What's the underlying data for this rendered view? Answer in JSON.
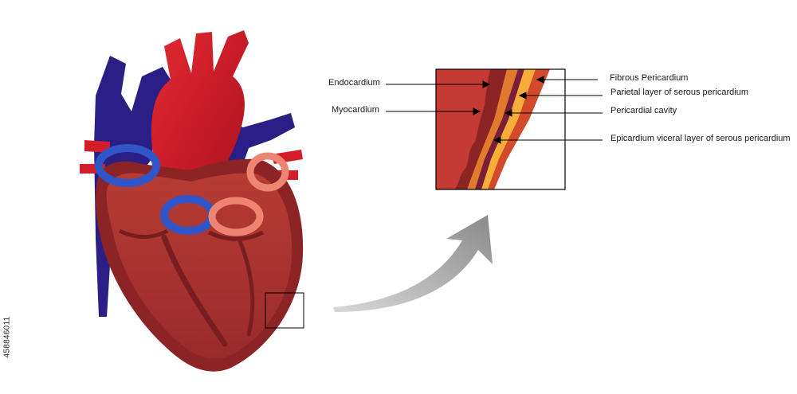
{
  "labels": {
    "endocardium": "Endocardium",
    "myocardium": "Myocardium",
    "fibrous_pericardium": "Fibrous Pericardium",
    "parietal_layer": "Parietal layer of serous pericardium",
    "pericardial_cavity": "Pericardial cavity",
    "epicardium": "Epicardium viceral layer of serous pericardium"
  },
  "stock_id": "458846011",
  "colors": {
    "vein_blue": "#2b1f86",
    "ring_blue": "#2f55c8",
    "aorta_red": "#d41d2a",
    "heart_dark": "#8c2425",
    "heart_mid": "#b23a33",
    "salmon": "#ee8472",
    "zoom_orange": "#e07a2c",
    "zoom_yellow": "#f6ad3a",
    "zoom_maroon": "#7a1f3a",
    "arrow_gray": "#9a9a9a"
  }
}
